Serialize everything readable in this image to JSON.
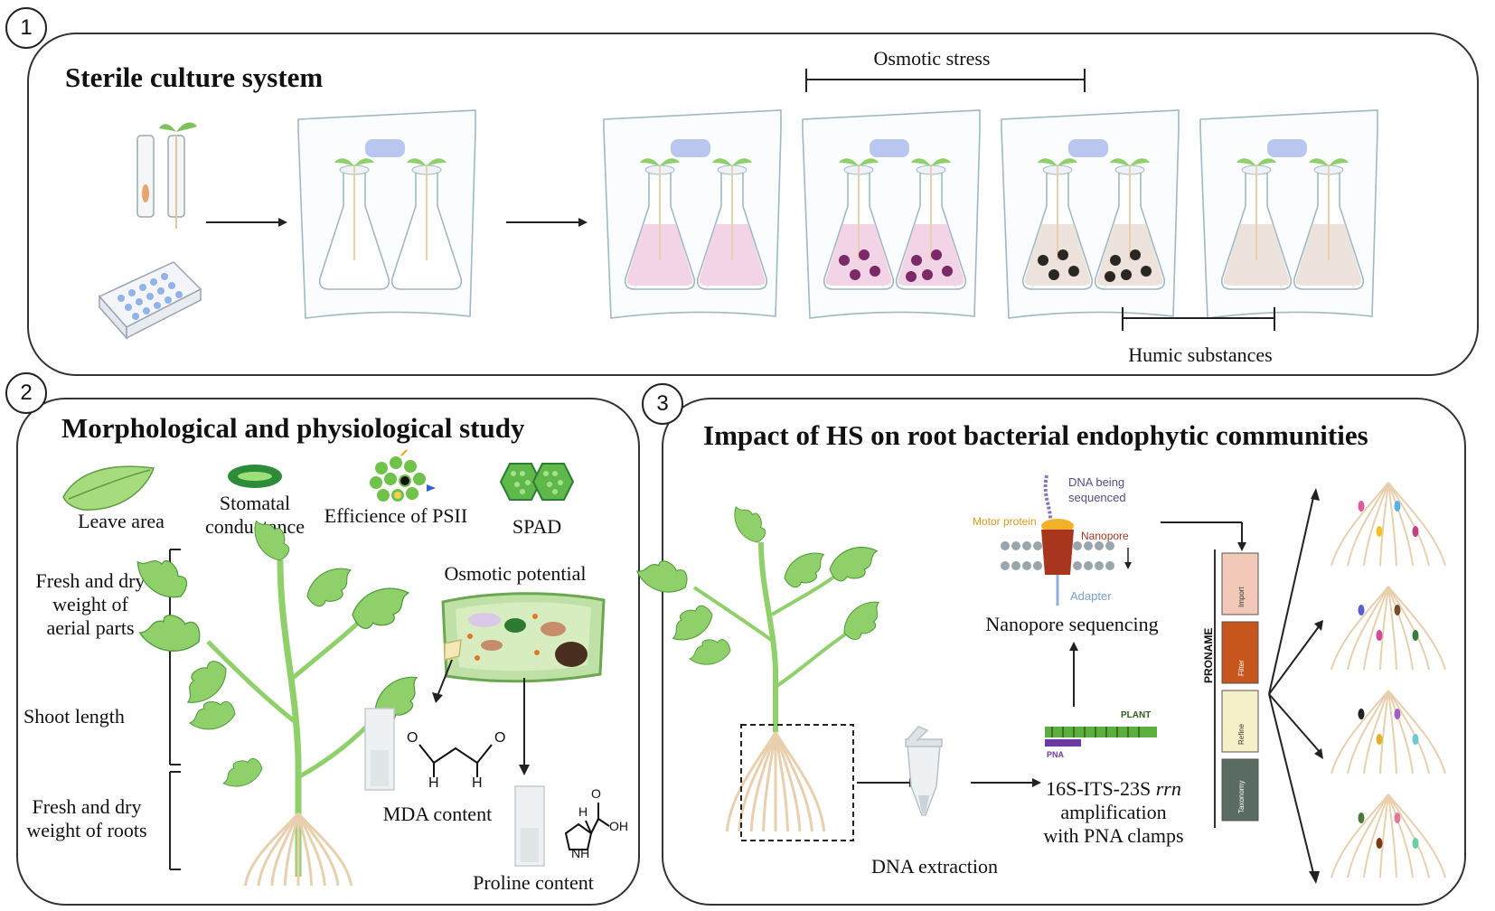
{
  "panel1": {
    "number": "1",
    "title": "Sterile culture system",
    "osmotic_stress": "Osmotic stress",
    "humic_substances": "Humic substances"
  },
  "panel2": {
    "number": "2",
    "title": "Morphological and physiological study",
    "params": {
      "leave_area": "Leave area",
      "stomatal": "Stomatal\nconductance",
      "psii": "Efficience of PSII",
      "spad": "SPAD"
    },
    "left_labels": {
      "aerial": "Fresh and dry\nweight of\naerial parts",
      "shoot": "Shoot length",
      "roots": "Fresh and dry\nweight of roots"
    },
    "osmotic_potential": "Osmotic potential",
    "mda": "MDA content",
    "proline": "Proline content",
    "chem": {
      "o": "O",
      "h": "H",
      "oh": "OH",
      "nh": "NH"
    }
  },
  "panel3": {
    "number": "3",
    "title": "Impact of HS on root bacterial endophytic communities",
    "dna_extraction": "DNA extraction",
    "amplification": {
      "line1": "16S-ITS-23S ",
      "rrn": "rrn",
      "line2": "amplification",
      "line3": "with PNA clamps"
    },
    "nanopore_sequencing": "Nanopore sequencing",
    "nanopore_labels": {
      "dna_being": "DNA being",
      "sequenced": "sequenced",
      "motor_protein": "Motor protein",
      "nanopore": "Nanopore",
      "adapter": "Adapter"
    },
    "pna_labels": {
      "plant": "PLANT",
      "pna": "PNA"
    },
    "pipeline": {
      "header": "PRONAME",
      "steps": [
        "Import",
        "Filter",
        "Refine",
        "Taxonomy"
      ]
    }
  },
  "colors": {
    "leaf": "#8fd06a",
    "leaf_dark": "#4e9a3a",
    "root": "#e8cfae",
    "flask_stroke": "#9fb9c3",
    "pink_medium": "#f3d3e6",
    "purple_dot": "#7a2a66",
    "beige_medium": "#ede2dc",
    "black_dot": "#2a2622",
    "label_box": "#b9c7f0",
    "pipeline": [
      "#f2c9b8",
      "#c6561c",
      "#f6f0c8",
      "#5a6b62"
    ]
  }
}
